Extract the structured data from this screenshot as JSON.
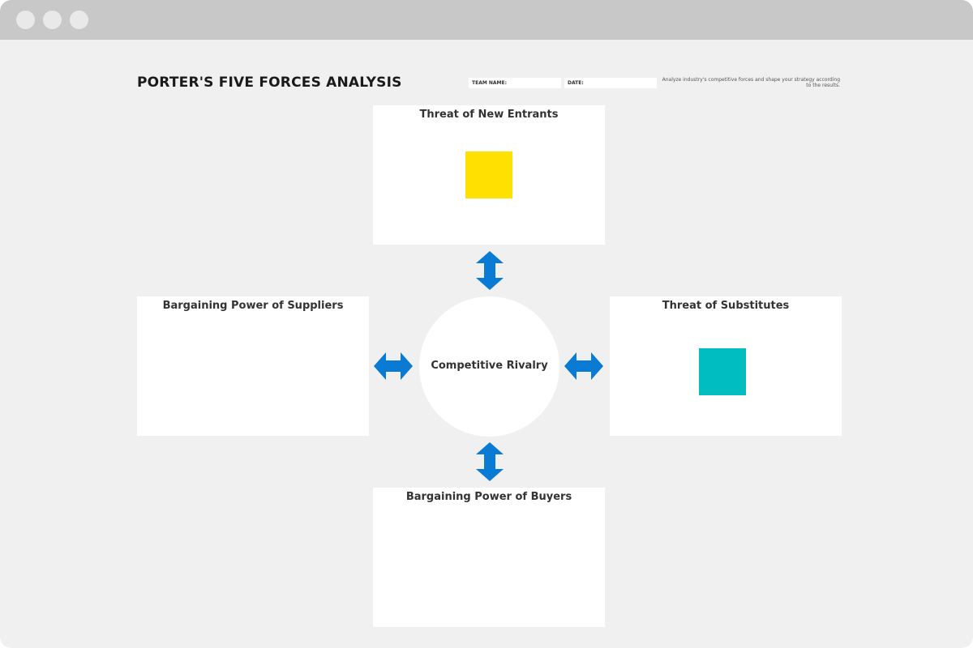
{
  "window": {
    "titlebar_dots": [
      "close",
      "minimize",
      "maximize"
    ]
  },
  "header": {
    "title": "PORTER'S FIVE FORCES ANALYSIS",
    "team_name_label": "TEAM NAME:",
    "date_label": "DATE:",
    "instructions": "Analyze industry's competitive forces and shape your strategy according to the results."
  },
  "forces": {
    "top": {
      "title": "Threat of New Entrants"
    },
    "left": {
      "title": "Bargaining Power of Suppliers"
    },
    "center": {
      "title": "Competitive Rivalry"
    },
    "right": {
      "title": "Threat of Substitutes"
    },
    "bottom": {
      "title": "Bargaining Power of Buyers"
    }
  },
  "sticky_notes": [
    {
      "box": "top",
      "color": "#ffe000"
    },
    {
      "box": "right",
      "color": "#00bdc2"
    }
  ],
  "colors": {
    "arrow": "#0a7bd4",
    "canvas": "#f0f0f0",
    "titlebar": "#c8c8c8"
  }
}
